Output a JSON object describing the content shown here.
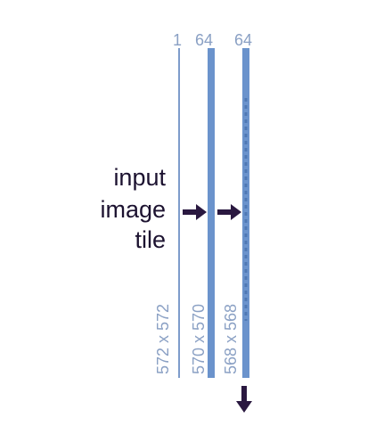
{
  "colors": {
    "bar": "#6b93cc",
    "thin_bar": "#7e9ccb",
    "label": "#8aa0c4",
    "arrow": "#2a1840",
    "text": "#1c1230"
  },
  "channel_labels": [
    "1",
    "64",
    "64"
  ],
  "input_label": [
    "input",
    "image",
    "tile"
  ],
  "size_labels": [
    "572 x 572",
    "570 x 570",
    "568 x 568"
  ],
  "icons": [
    "arrow-right-icon",
    "arrow-right-icon",
    "arrow-down-icon"
  ]
}
